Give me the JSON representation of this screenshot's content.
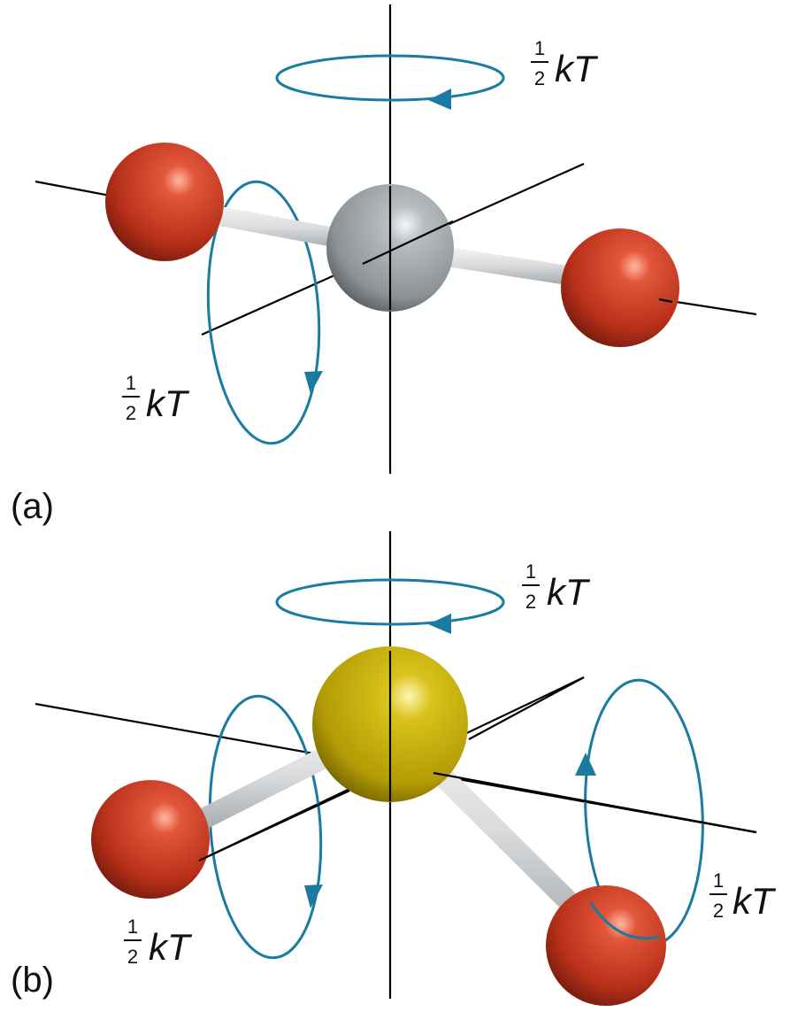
{
  "panels": [
    {
      "label": "(a)"
    },
    {
      "label": "(b)"
    }
  ],
  "energy_term": {
    "numerator": "1",
    "denominator": "2",
    "symbol": "kT"
  },
  "colors": {
    "axis": "#000000",
    "rotation_arrow": "#1a7aa0",
    "oxygen": "#c33a1c",
    "carbon": "#9aa0a4",
    "sulfur": "#c9b10a",
    "bond": "#d6d8da"
  }
}
